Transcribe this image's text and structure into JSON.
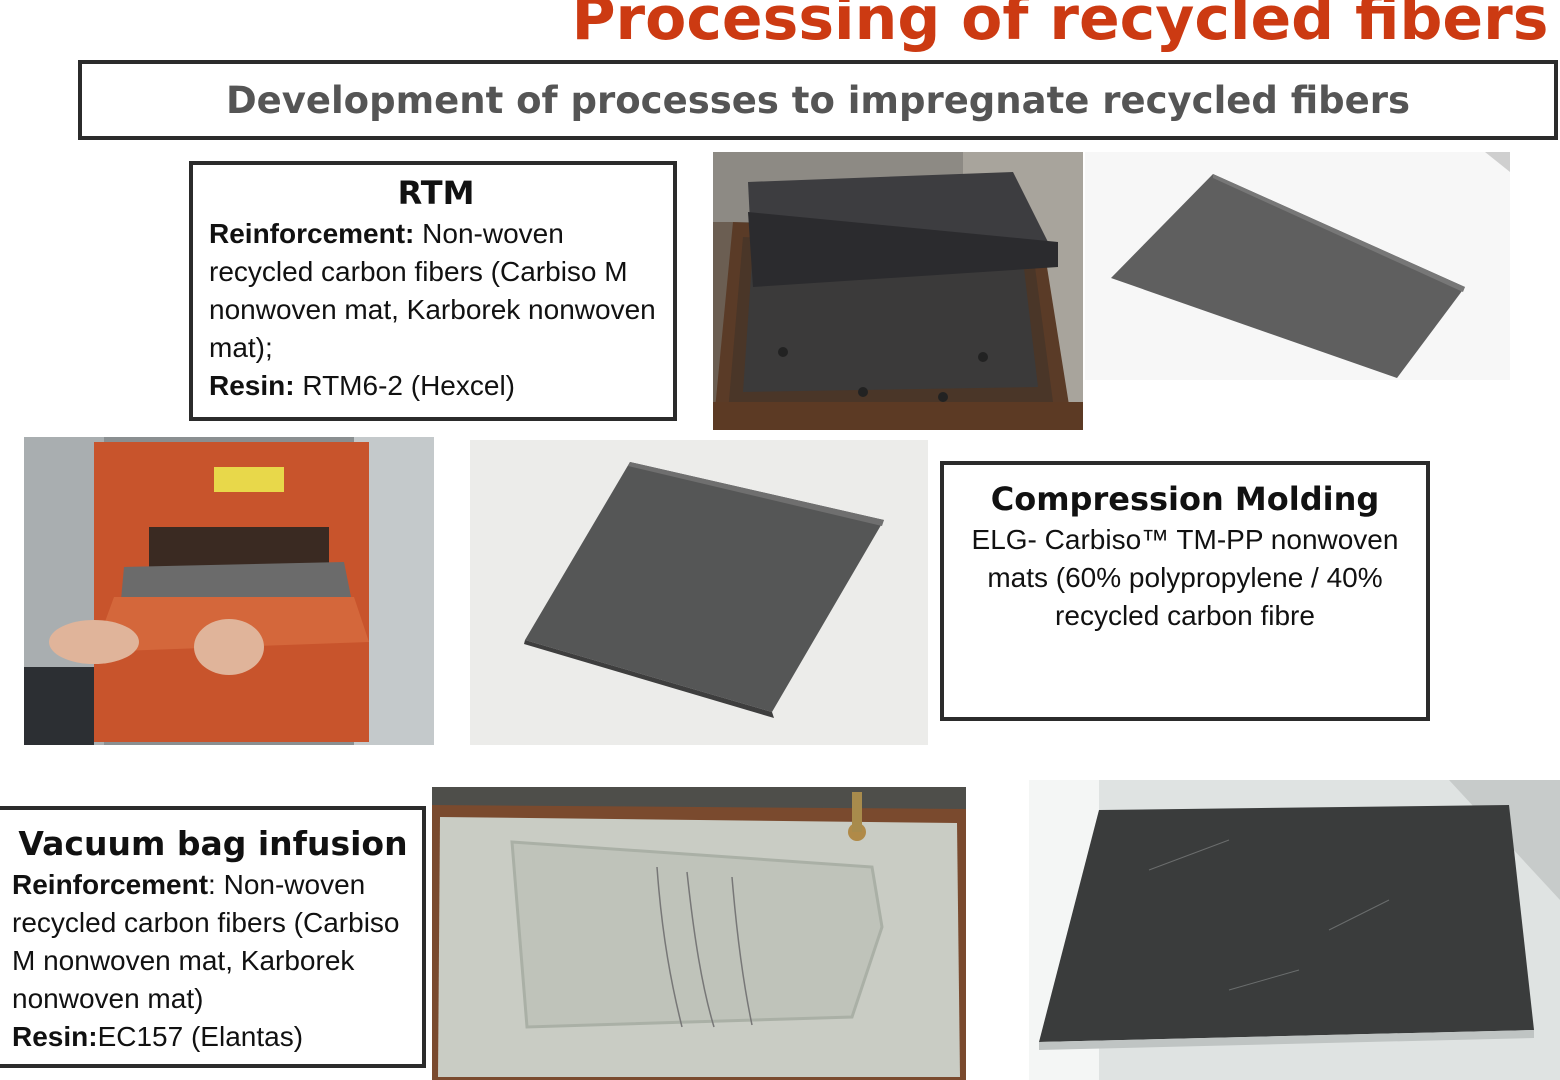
{
  "title": "Processing of recycled fibers",
  "subtitle": "Development of processes to impregnate recycled fibers",
  "rtm": {
    "heading": "RTM",
    "reinforcement_label": "Reinforcement:",
    "reinforcement_text": " Non-woven recycled carbon fibers (Carbiso M nonwoven mat, Karborek nonwoven mat);",
    "resin_label": "Resin:",
    "resin_text": " RTM6-2 (Hexcel)"
  },
  "compression_molding": {
    "heading": "Compression Molding",
    "text": "ELG- Carbiso™ TM-PP nonwoven mats (60% polypropylene / 40% recycled carbon fibre"
  },
  "vacuum_bag": {
    "heading": "Vacuum bag infusion",
    "reinforcement_label": "Reinforcement",
    "reinforcement_text": ": Non-woven recycled carbon fibers (Carbiso M nonwoven mat, Karborek nonwoven mat)",
    "resin_label": "Resin:",
    "resin_text": "EC157 (Elantas)"
  },
  "colors": {
    "title": "#cc3a12",
    "subtitle": "#555555",
    "border": "#2b2b2b"
  }
}
